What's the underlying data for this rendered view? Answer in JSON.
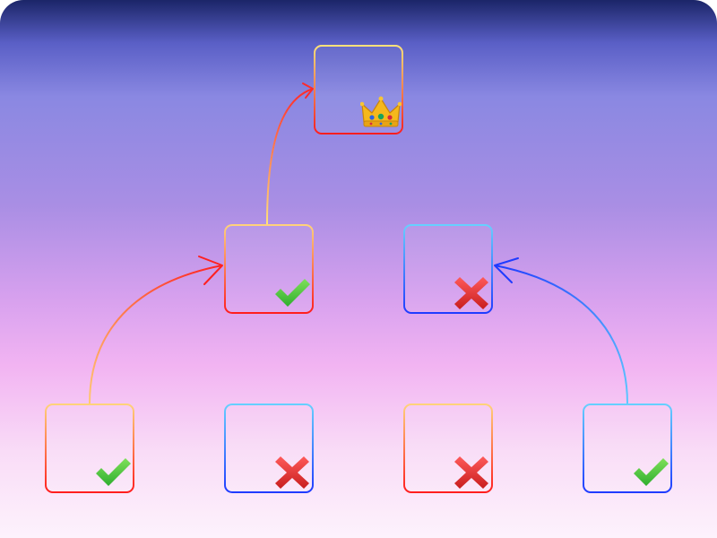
{
  "diagram": {
    "type": "tournament-bracket",
    "winner": {
      "id": "champion",
      "icon": "crown-icon",
      "colors": [
        "#ffe27a",
        "#ff1e1e"
      ]
    },
    "semifinal": [
      {
        "id": "semi-left",
        "icon": "checkmark-icon",
        "result": "win",
        "colors": [
          "#ffd27a",
          "#ff1e1e"
        ]
      },
      {
        "id": "semi-right",
        "icon": "cross-icon",
        "result": "loss",
        "colors": [
          "#66d0ff",
          "#1f3bff"
        ]
      }
    ],
    "round1": [
      {
        "id": "r1-a",
        "icon": "checkmark-icon",
        "result": "win",
        "colors": [
          "#ffd27a",
          "#ff1e1e"
        ]
      },
      {
        "id": "r1-b",
        "icon": "cross-icon",
        "result": "loss",
        "colors": [
          "#66d0ff",
          "#1f3bff"
        ]
      },
      {
        "id": "r1-c",
        "icon": "cross-icon",
        "result": "loss",
        "colors": [
          "#ffd27a",
          "#ff1e1e"
        ]
      },
      {
        "id": "r1-d",
        "icon": "checkmark-icon",
        "result": "win",
        "colors": [
          "#66d0ff",
          "#1f3bff"
        ]
      }
    ],
    "edges": [
      {
        "from": "r1-a",
        "to": "semi-left",
        "colors": [
          "#ffc872",
          "#ff2020"
        ]
      },
      {
        "from": "semi-left",
        "to": "champion",
        "colors": [
          "#ffe27a",
          "#ff2a2a"
        ]
      },
      {
        "from": "r1-d",
        "to": "semi-right",
        "colors": [
          "#5ec8ff",
          "#1f3bff"
        ]
      }
    ],
    "colors": {
      "check_light": "#7fe05a",
      "check_dark": "#2fae2f",
      "cross_light": "#ff5a5a",
      "cross_dark": "#c81e1e"
    }
  }
}
